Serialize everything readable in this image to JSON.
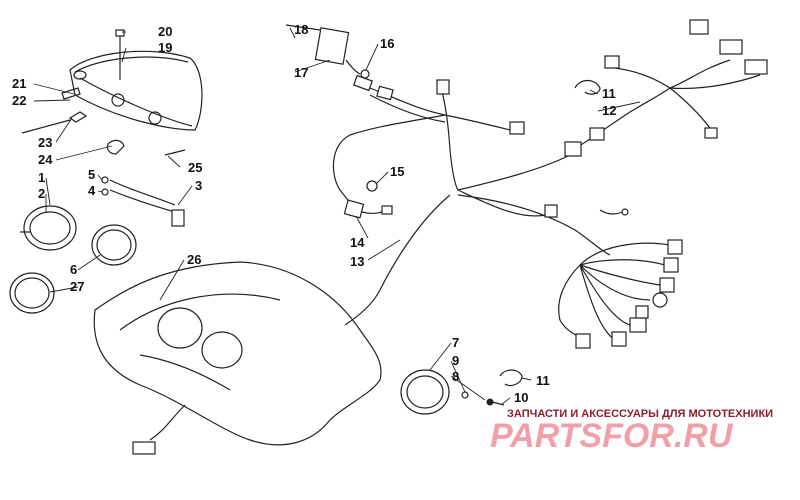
{
  "diagram": {
    "callouts": {
      "c1": "1",
      "c2": "2",
      "c3": "3",
      "c4": "4",
      "c5": "5",
      "c6": "6",
      "c7": "7",
      "c8": "8",
      "c9": "9",
      "c10": "10",
      "c11a": "11",
      "c11b": "11",
      "c12": "12",
      "c13": "13",
      "c14": "14",
      "c15": "15",
      "c16": "16",
      "c17": "17",
      "c18": "18",
      "c19": "19",
      "c20": "20",
      "c21": "21",
      "c22": "22",
      "c23": "23",
      "c24": "24",
      "c25": "25",
      "c26": "26",
      "c27": "27"
    }
  },
  "watermark": {
    "subtitle": "ЗАПЧАСТИ И АКСЕССУАРЫ ДЛЯ МОТОТЕХНИКИ",
    "logo": "PARTSFOR.RU"
  },
  "colors": {
    "line": "#222222",
    "watermark_red": "#8a1f2a",
    "watermark_pink": "#f2a0a8"
  }
}
